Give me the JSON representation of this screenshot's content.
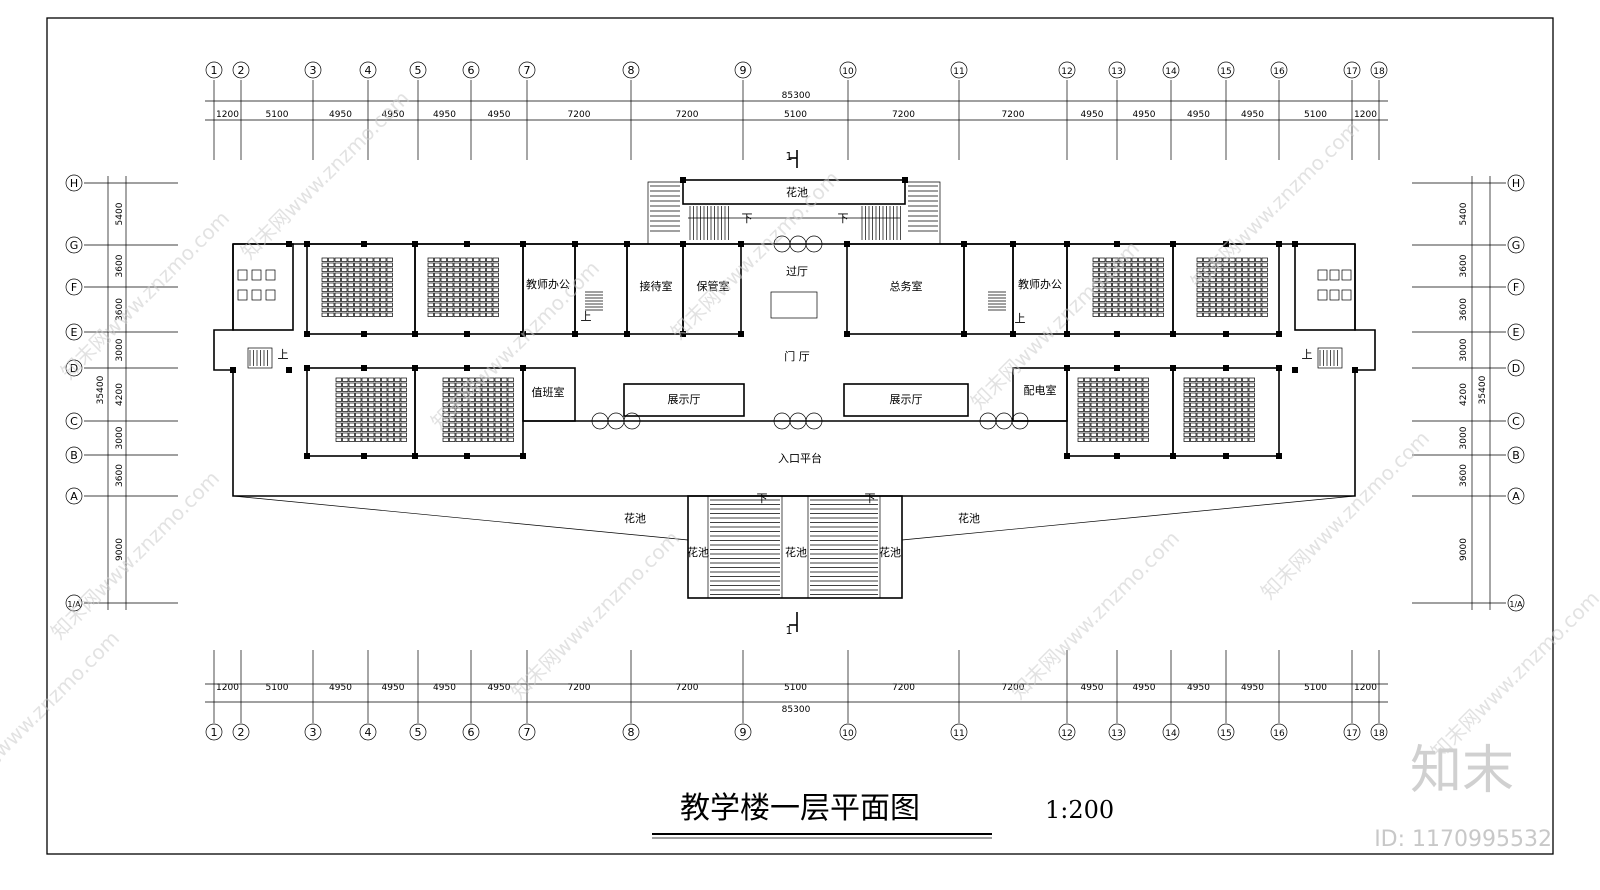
{
  "drawing": {
    "title": "教学楼一层平面图",
    "scale": "1:200",
    "total_width_dim": "85300",
    "total_height_dim": "35400"
  },
  "axes": {
    "vertical": [
      "1",
      "2",
      "3",
      "4",
      "5",
      "6",
      "7",
      "8",
      "9",
      "10",
      "11",
      "12",
      "13",
      "14",
      "15",
      "16",
      "17",
      "18"
    ],
    "horizontal": [
      "H",
      "G",
      "F",
      "E",
      "D",
      "C",
      "B",
      "A",
      "1/A"
    ]
  },
  "dims": {
    "horizontal": [
      "1200",
      "5100",
      "4950",
      "4950",
      "4950",
      "4950",
      "7200",
      "7200",
      "5100",
      "7200",
      "7200",
      "4950",
      "4950",
      "4950",
      "4950",
      "5100",
      "1200"
    ],
    "vertical": [
      "5400",
      "3600",
      "3600",
      "3000",
      "4200",
      "3000",
      "3600",
      "9000"
    ]
  },
  "rooms": {
    "teacher_office": "教师办公",
    "reception": "接待室",
    "storage": "保管室",
    "hall": "过厅",
    "general_affairs": "总务室",
    "lobby": "门 厅",
    "duty_room": "值班室",
    "exhibition": "展示厅",
    "power_room": "配电室",
    "entrance_platform": "入口平台",
    "flower_bed": "花池",
    "down": "下",
    "up": "上",
    "section": "1"
  },
  "branding": {
    "logo": "知末",
    "id_text": "ID: 1170995532",
    "watermark": "知末网www.znzmo.com"
  }
}
